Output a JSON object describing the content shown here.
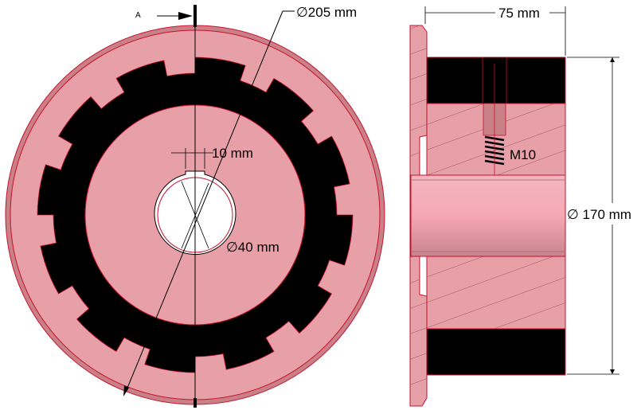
{
  "drawing": {
    "section_marker": "A",
    "dim_outer_diameter": "∅205 mm",
    "dim_key_width": "10 mm",
    "dim_bore": "∅40 mm",
    "dim_width": "75 mm",
    "dim_thread": "M10",
    "dim_hub_diameter": "∅ 170 mm",
    "colors": {
      "body": "#e8a0a8",
      "rim": "#c98087",
      "outline": "#c8102e",
      "segment": "#000000",
      "bore": "#ffffff",
      "bore_insert": "#f4aeb8"
    }
  }
}
